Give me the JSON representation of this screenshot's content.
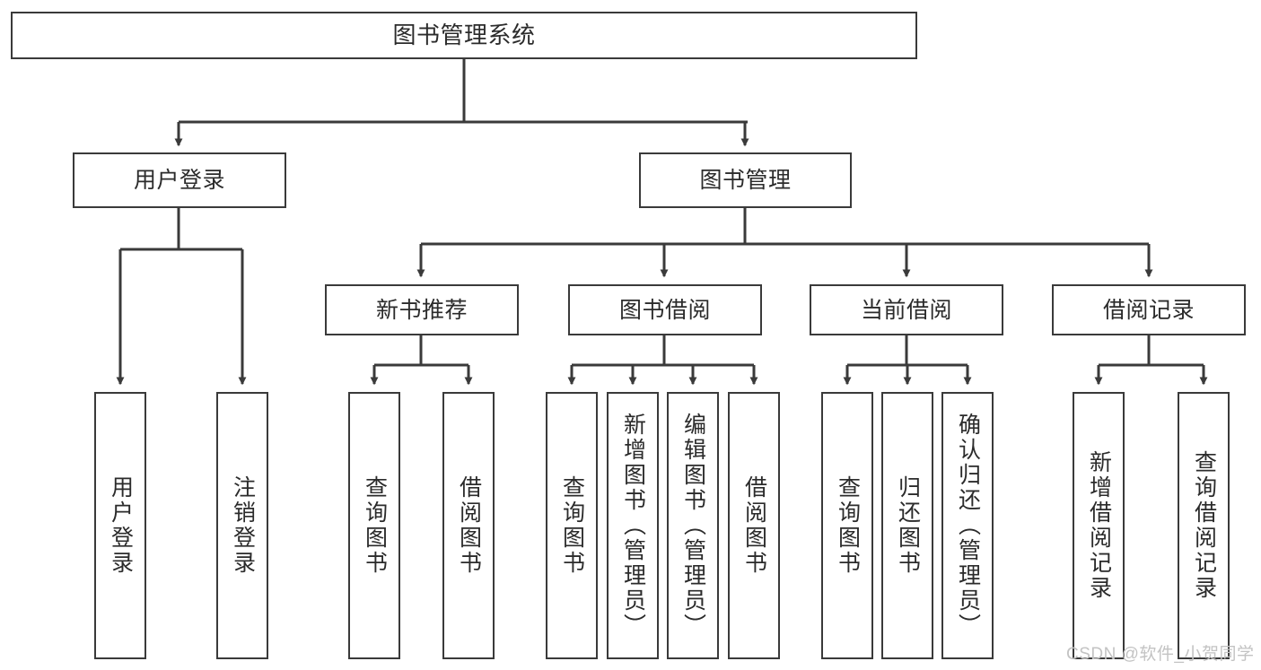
{
  "diagram": {
    "title": "图书管理系统",
    "type": "tree",
    "watermark": "CSDN @软件_小贺同学",
    "colors": {
      "stroke": "#3a3a3a",
      "fill": "#ffffff",
      "text": "#2b2b2b",
      "watermark": "#c3c3c3"
    },
    "nodes": {
      "root": {
        "label": "图书管理系统"
      },
      "level2": [
        {
          "id": "user-login",
          "label": "用户登录"
        },
        {
          "id": "book-manage",
          "label": "图书管理"
        }
      ],
      "level3": [
        {
          "id": "new-book-recommend",
          "label": "新书推荐"
        },
        {
          "id": "book-borrow",
          "label": "图书借阅"
        },
        {
          "id": "current-borrow",
          "label": "当前借阅"
        },
        {
          "id": "borrow-record",
          "label": "借阅记录"
        }
      ],
      "leaves": {
        "user-login": [
          {
            "id": "leaf-user-login",
            "label": "用户登录"
          },
          {
            "id": "leaf-user-logout",
            "label": "注销登录"
          }
        ],
        "new-book-recommend": [
          {
            "id": "leaf-query-book-1",
            "label": "查询图书"
          },
          {
            "id": "leaf-borrow-book-1",
            "label": "借阅图书"
          }
        ],
        "book-borrow": [
          {
            "id": "leaf-query-book-2",
            "label": "查询图书"
          },
          {
            "id": "leaf-add-book-admin",
            "label": "新增图书（管理员）"
          },
          {
            "id": "leaf-edit-book-admin",
            "label": "编辑图书（管理员）"
          },
          {
            "id": "leaf-borrow-book-2",
            "label": "借阅图书"
          }
        ],
        "current-borrow": [
          {
            "id": "leaf-query-book-3",
            "label": "查询图书"
          },
          {
            "id": "leaf-return-book",
            "label": "归还图书"
          },
          {
            "id": "leaf-confirm-return-admin",
            "label": "确认归还（管理员）"
          }
        ],
        "borrow-record": [
          {
            "id": "leaf-add-borrow-record",
            "label": "新增借阅记录"
          },
          {
            "id": "leaf-query-borrow-record",
            "label": "查询借阅记录"
          }
        ]
      }
    }
  }
}
